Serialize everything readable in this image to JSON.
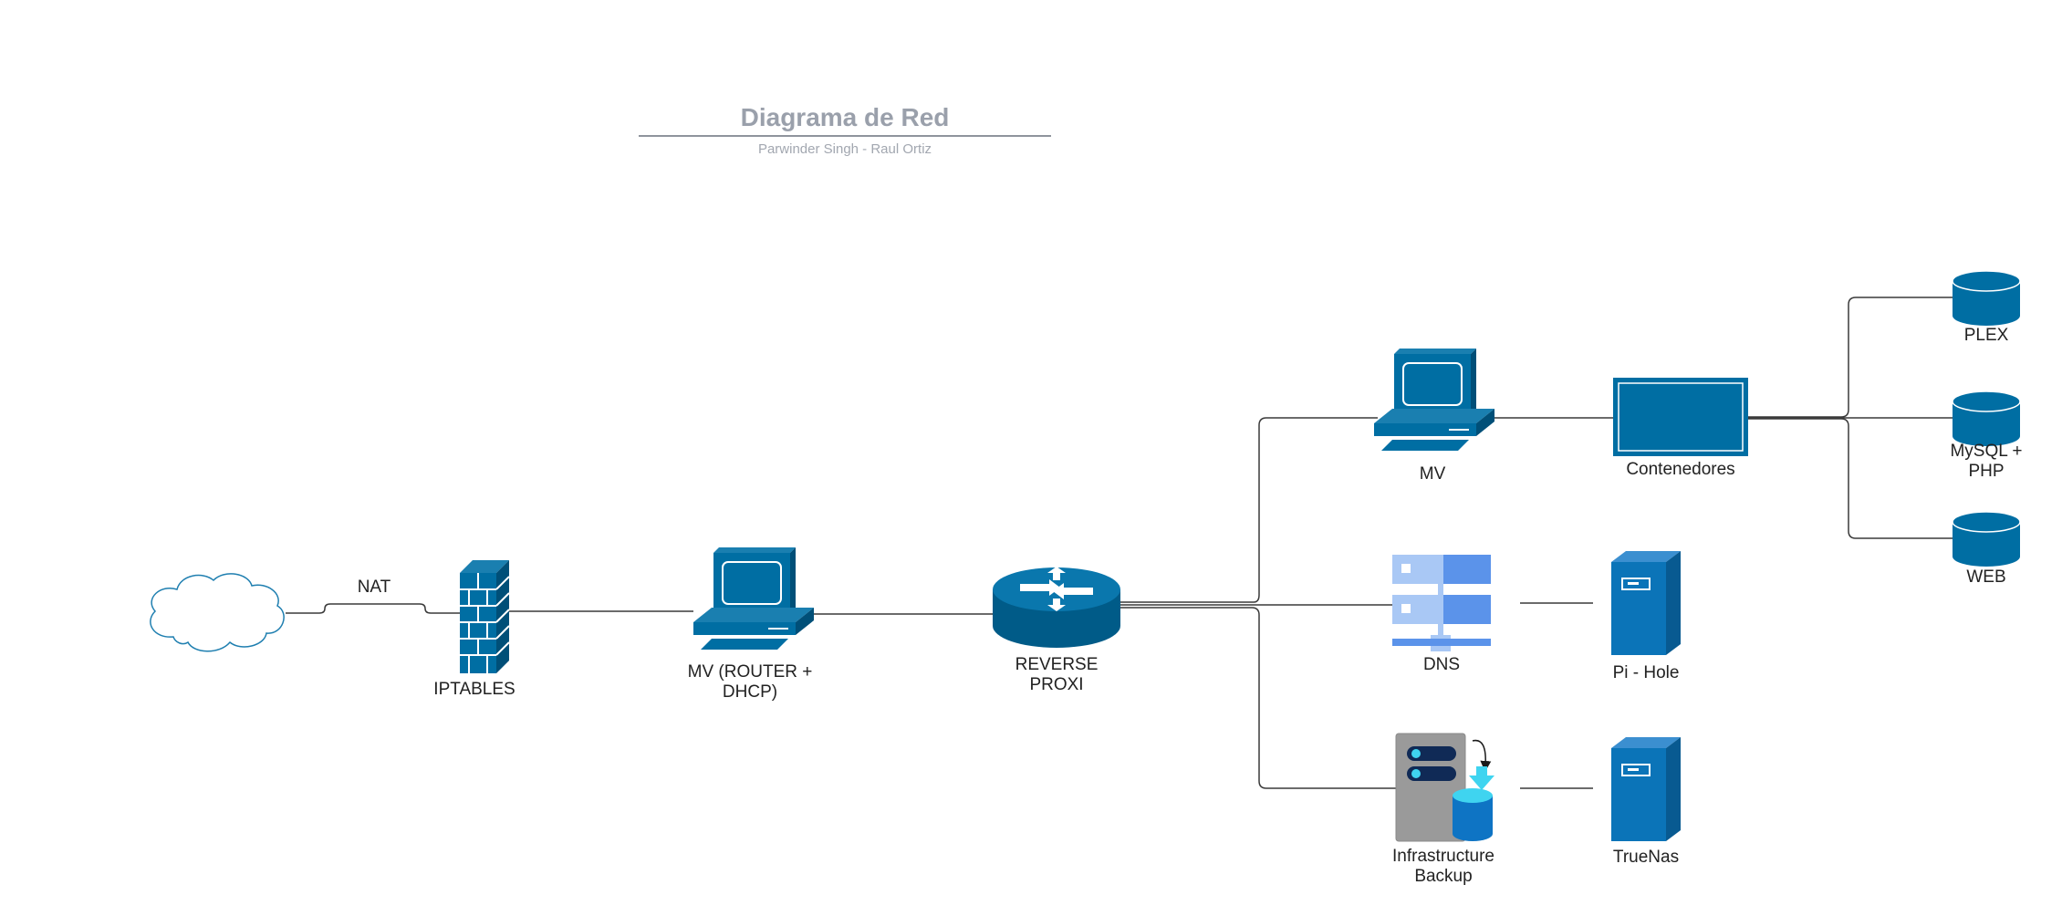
{
  "header": {
    "title": "Diagrama de Red",
    "subtitle": "Parwinder Singh - Raul Ortiz"
  },
  "colors": {
    "device_blue": "#006ea3",
    "server_blue": "#0b74b8",
    "dns_light": "#a9c8f5",
    "dns_dark": "#5b93ea",
    "backup_gray": "#9a9a9a",
    "backup_accent": "#3fd4f0",
    "edge": "#3a3a3a"
  },
  "nodes": {
    "cloud": {
      "icon": "cloud-icon"
    },
    "nat_label": "NAT",
    "iptables": {
      "label": "IPTABLES",
      "icon": "firewall-icon"
    },
    "router_vm": {
      "label_line1": "MV (ROUTER +",
      "label_line2": "DHCP)",
      "icon": "workstation-icon"
    },
    "reverse_proxy": {
      "label_line1": "REVERSE",
      "label_line2": "PROXI",
      "icon": "router-icon"
    },
    "mv": {
      "label": "MV",
      "icon": "workstation-icon"
    },
    "contenedores": {
      "label": "Contenedores",
      "icon": "monitor-icon"
    },
    "dns": {
      "label": "DNS",
      "icon": "dns-server-icon"
    },
    "pihole": {
      "label": "Pi - Hole",
      "icon": "tower-server-icon"
    },
    "backup": {
      "label_line1": "Infrastructure",
      "label_line2": "Backup",
      "icon": "backup-server-icon"
    },
    "truenas": {
      "label": "TrueNas",
      "icon": "tower-server-icon"
    },
    "plex": {
      "label": "PLEX",
      "icon": "database-icon"
    },
    "mysql": {
      "label_line1": "MySQL +",
      "label_line2": "PHP",
      "icon": "database-icon"
    },
    "web": {
      "label": "WEB",
      "icon": "database-icon"
    }
  }
}
